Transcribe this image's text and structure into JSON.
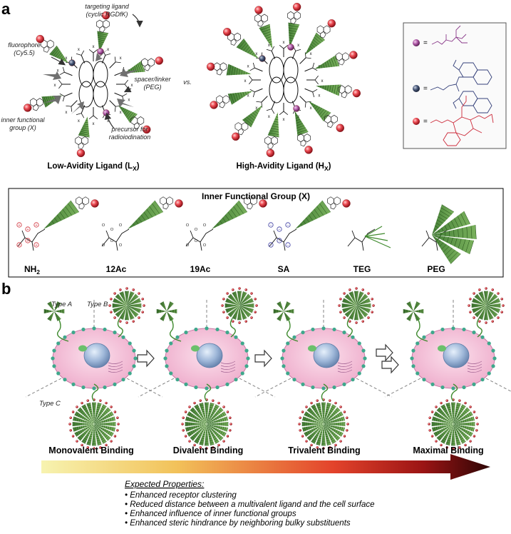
{
  "panel_a": {
    "letter": "a",
    "callouts": {
      "targeting": [
        "targeting ligand",
        "(cyclic RGDfK)"
      ],
      "fluorophore": [
        "fluorophore",
        "(Cy5.5)"
      ],
      "spacer": [
        "spacer/linker",
        "(PEG)"
      ],
      "inner": [
        "inner functional",
        "group (X)"
      ],
      "precursor": [
        "precursor for",
        "radioiodination"
      ]
    },
    "vs": "vs.",
    "low_title": "Low-Avidity Ligand (L",
    "low_sub": "X",
    "low_close": ")",
    "high_title": "High-Avidity Ligand (H",
    "high_sub": "X",
    "high_close": ")",
    "inner_group_title": "Inner Functional Group (X)",
    "groups": [
      {
        "label": "NH",
        "sub": "2"
      },
      {
        "label": "12Ac",
        "sub": ""
      },
      {
        "label": "19Ac",
        "sub": ""
      },
      {
        "label": "SA",
        "sub": ""
      },
      {
        "label": "TEG",
        "sub": ""
      },
      {
        "label": "PEG",
        "sub": ""
      }
    ]
  },
  "panel_b": {
    "letter": "b",
    "types": [
      "Type A",
      "Type B",
      "Type C"
    ],
    "stages": [
      "Monovalent Binding",
      "Divalent Binding",
      "Trivalent Binding",
      "Maximal Binding"
    ],
    "props_title": "Expected Properties:",
    "props": [
      "Enhanced receptor clustering",
      "Reduced distance between a multivalent ligand and the cell surface",
      "Enhanced influence of inner functional groups",
      "Enhanced steric hindrance by neighboring bulky substituents"
    ]
  },
  "colors": {
    "green": "#3f8a2e",
    "red_sphere": "#e8424a",
    "purple_sphere": "#a0509a",
    "navy_sphere": "#3a4a6a",
    "cell": "#f3bfd6",
    "nucleus": "#9fb8d6",
    "arrow_start": "#f5f0a0",
    "arrow_mid": "#e4502a",
    "arrow_end": "#3b0a0a",
    "legend_border": "#555555"
  }
}
